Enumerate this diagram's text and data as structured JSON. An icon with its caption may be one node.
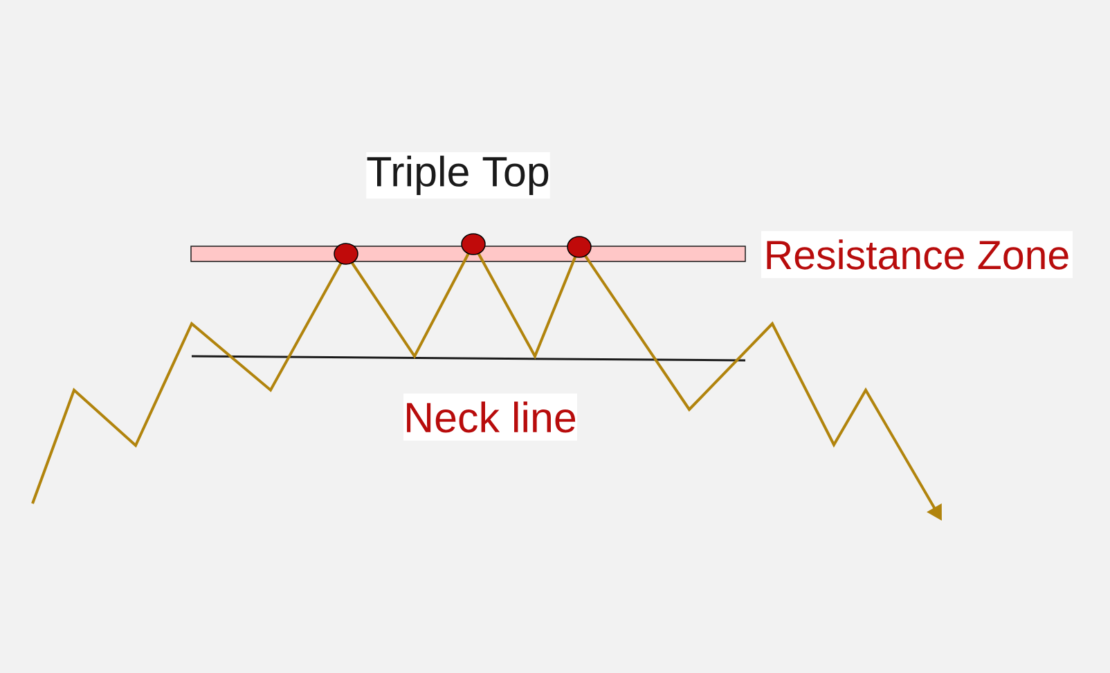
{
  "diagram": {
    "title": "Triple Top",
    "nodes": [
      {
        "text": [],
        "shape": "bar",
        "beside": [
          "Resistance Zone"
        ]
      }
    ],
    "labels": [
      "Neck line"
    ]
  }
}
